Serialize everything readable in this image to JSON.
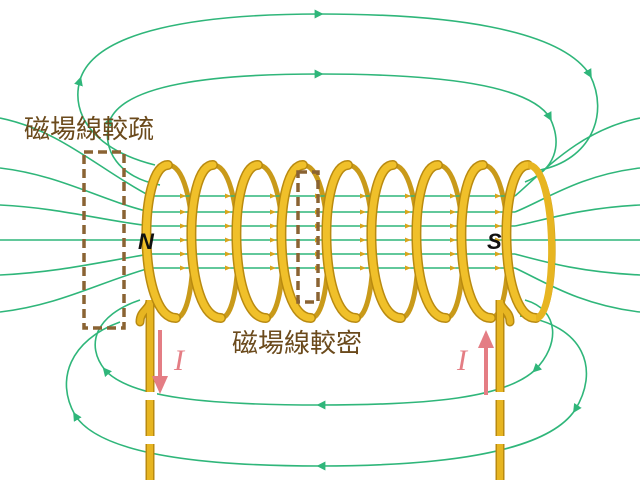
{
  "labels": {
    "sparse": "磁場線較疏",
    "dense": "磁場線較密",
    "north": "N",
    "south": "S",
    "current_left": "I",
    "current_right": "I"
  },
  "colors": {
    "field_line": "#2fb67a",
    "coil": "#e7b521",
    "coil_shadow": "#b98a10",
    "current_arrow": "#e47d84",
    "box": "#8a6333",
    "text": "#6b4a1c"
  },
  "icons": {
    "field_arrow": "triangle-arrow-icon",
    "current_arrow": "arrow-icon"
  },
  "coil": {
    "turns": 9
  }
}
